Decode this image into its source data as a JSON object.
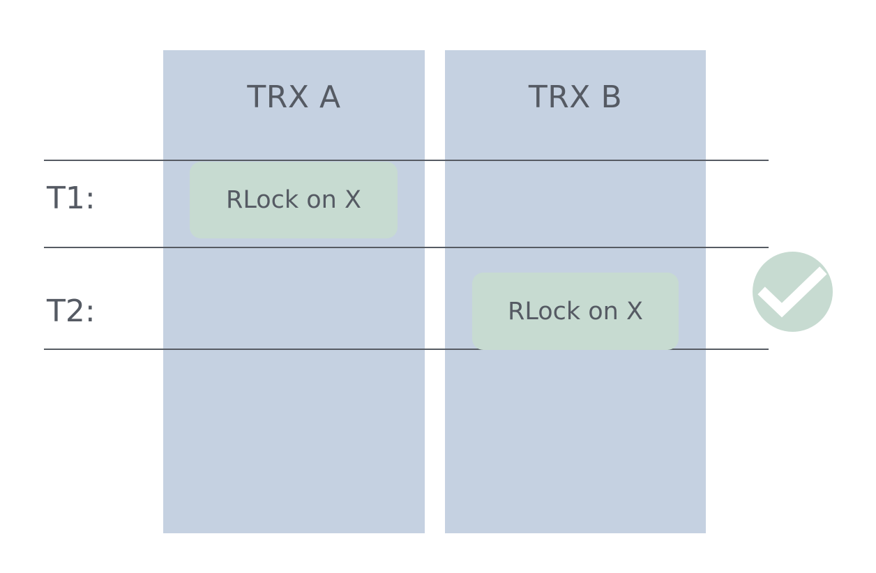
{
  "diagram": {
    "columns": [
      {
        "title": "TRX A"
      },
      {
        "title": "TRX B"
      }
    ],
    "rows": [
      {
        "label": "T1:"
      },
      {
        "label": "T2:"
      }
    ],
    "events": [
      {
        "text": "RLock on X"
      },
      {
        "text": "RLock on X"
      }
    ],
    "status_icon": "checkmark-icon",
    "colors": {
      "column_fill": "#c5d1e1",
      "lock_fill": "#c7dbd1",
      "check_fill": "#c7dbd1",
      "line": "#565b63",
      "text": "#555a63"
    }
  }
}
